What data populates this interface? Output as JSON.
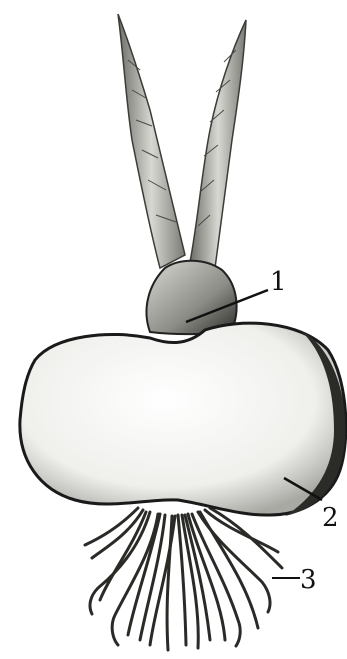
{
  "diagram": {
    "callouts": [
      {
        "id": "1",
        "label": "1"
      },
      {
        "id": "2",
        "label": "2"
      },
      {
        "id": "3",
        "label": "3"
      }
    ],
    "colors": {
      "ink": "#1a1a1a",
      "corm_fill": "#f4f4f2",
      "corm_shade": "#bdbdb8",
      "leaf_fill": "#cfcfc9",
      "leaf_shade": "#555550"
    }
  }
}
